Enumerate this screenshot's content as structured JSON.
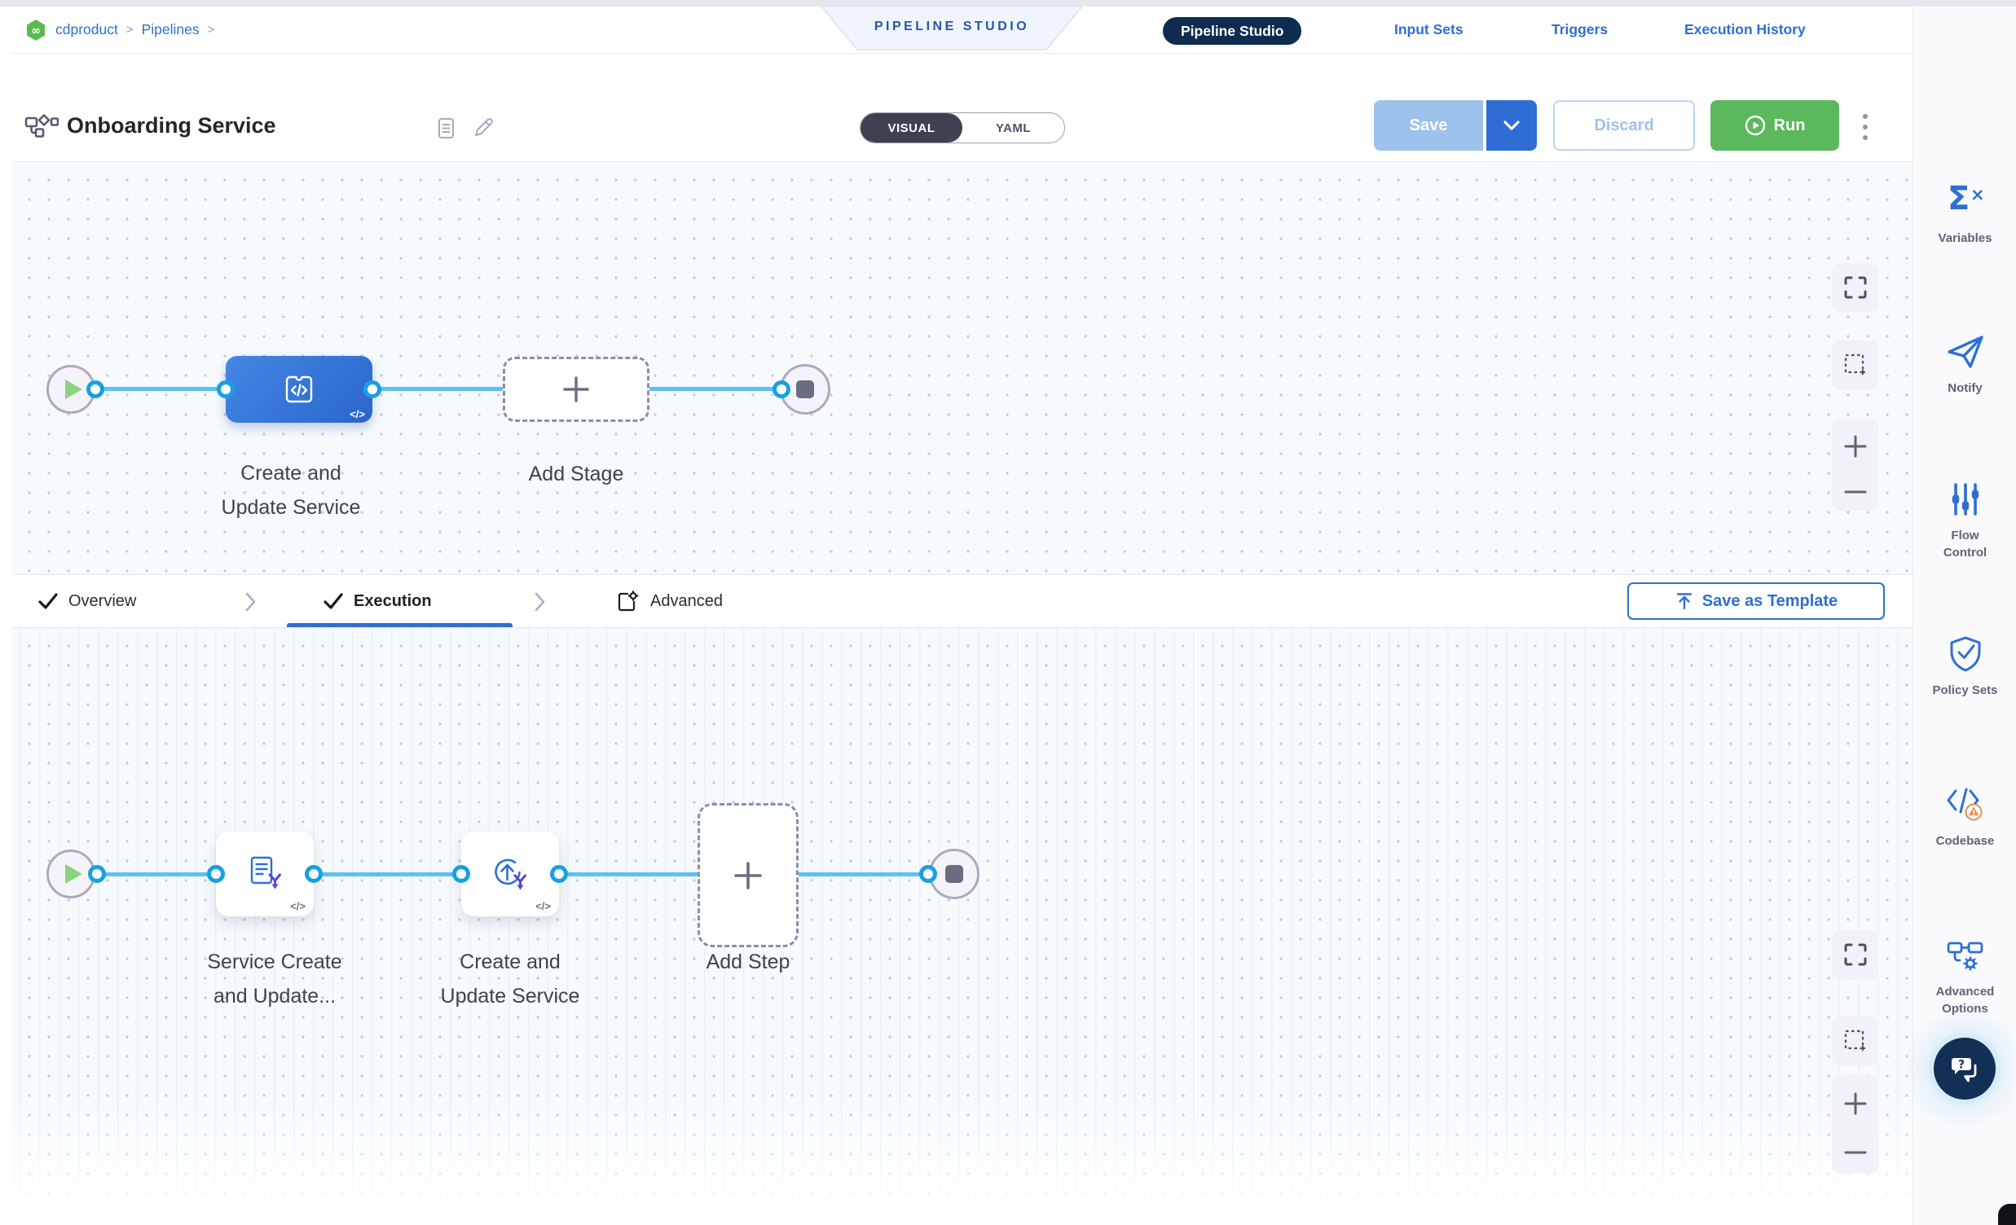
{
  "page": {
    "code_glyph": "</>"
  },
  "header": {
    "breadcrumb": {
      "project": "cdproduct",
      "separator": ">",
      "section": "Pipelines"
    },
    "banner": "PIPELINE STUDIO",
    "tabs": {
      "studio": "Pipeline Studio",
      "input_sets": "Input Sets",
      "triggers": "Triggers",
      "execution_history": "Execution History"
    }
  },
  "toolbar": {
    "title": "Onboarding Service",
    "visual_label": "VISUAL",
    "yaml_label": "YAML",
    "save_label": "Save",
    "discard_label": "Discard",
    "run_label": "Run"
  },
  "stage_canvas": {
    "stage_label": "Create and\nUpdate Service",
    "add_stage_label": "Add Stage"
  },
  "tab_strip": {
    "overview": "Overview",
    "execution": "Execution",
    "advanced": "Advanced",
    "save_as_template": "Save as Template"
  },
  "step_canvas": {
    "step1_label": "Service Create\nand Update...",
    "step2_label": "Create and\nUpdate Service",
    "add_step_label": "Add Step"
  },
  "right_rail": {
    "items": [
      {
        "label": "Variables"
      },
      {
        "label": "Notify"
      },
      {
        "label": "Flow Control"
      },
      {
        "label": "Policy Sets"
      },
      {
        "label": "Codebase"
      },
      {
        "label": "Advanced Options"
      }
    ]
  },
  "colors": {
    "accent_blue": "#2E6FD2",
    "navy_pill": "#0E2C4F",
    "run_green": "#5BB85D",
    "edge_blue": "#5CC1EE",
    "connector_ring": "#18A0E0",
    "stage_gradient_start": "#4487E4",
    "stage_gradient_end": "#2A65CB",
    "save_disabled_blue": "#9DC2EB",
    "terraform_purple": "#5B45D5",
    "warning_orange": "#E8914A"
  }
}
